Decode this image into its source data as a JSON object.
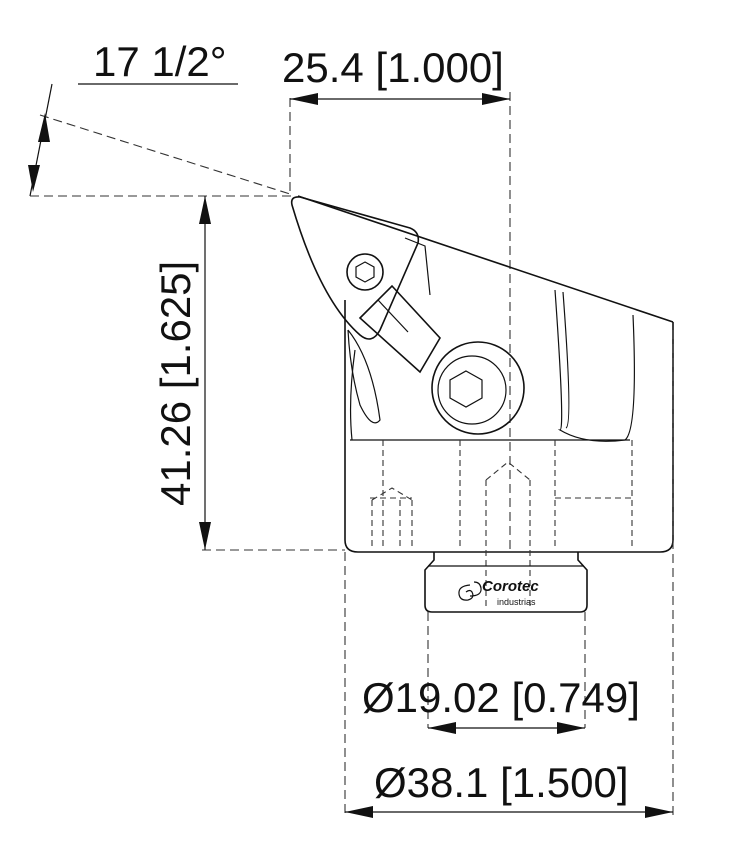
{
  "dimensions": {
    "angle": "17 1/2°",
    "width": "25.4 [1.000]",
    "height": "41.26 [1.625]",
    "shank_diameter": "Ø19.02 [0.749]",
    "body_diameter": "Ø38.1 [1.500]"
  },
  "logo": {
    "brand": "Corotec",
    "tagline": "industrias"
  },
  "colors": {
    "line": "#111111",
    "background": "#ffffff"
  }
}
